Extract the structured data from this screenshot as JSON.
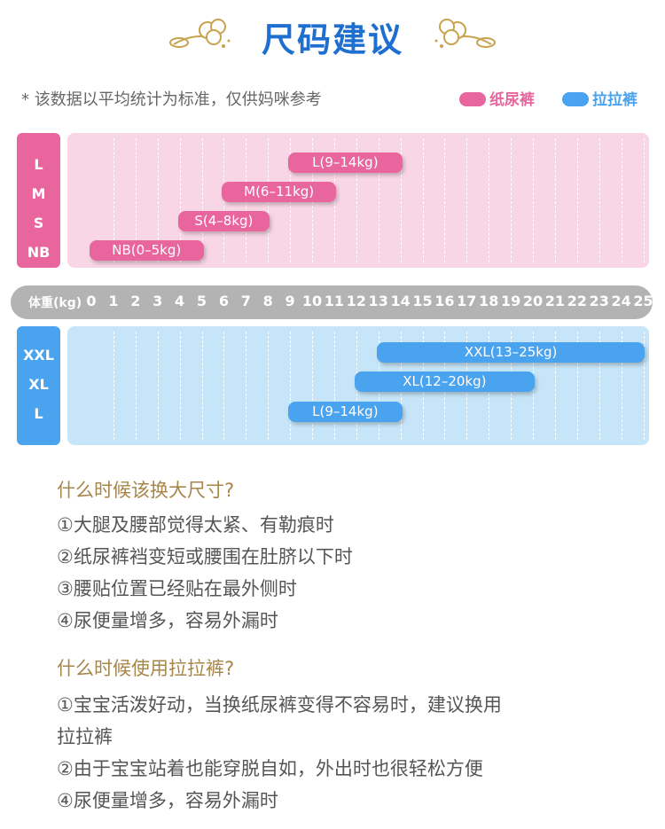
{
  "header": {
    "title": "尺码建议"
  },
  "note": "* 该数据以平均统计为标准，仅供妈咪参考",
  "legend": [
    {
      "label": "纸尿裤",
      "color": "#e9659e"
    },
    {
      "label": "拉拉裤",
      "color": "#4aa3ee"
    }
  ],
  "axis": {
    "label": "体重(kg)",
    "ticks": [
      "0",
      "1",
      "2",
      "3",
      "4",
      "5",
      "6",
      "7",
      "8",
      "9",
      "10",
      "11",
      "12",
      "13",
      "14",
      "15",
      "16",
      "17",
      "18",
      "19",
      "20",
      "21",
      "22",
      "23",
      "24",
      "25"
    ]
  },
  "chart_data": [
    {
      "type": "bar",
      "orientation": "horizontal-range",
      "xlabel": "体重(kg)",
      "xlim": [
        0,
        25
      ],
      "categories": [
        "L",
        "M",
        "S",
        "NB"
      ],
      "series": [
        {
          "name": "纸尿裤",
          "ranges": [
            {
              "size": "L",
              "label": "L(9–14kg)",
              "from": 9,
              "to": 14
            },
            {
              "size": "M",
              "label": "M(6–11kg)",
              "from": 6,
              "to": 11
            },
            {
              "size": "S",
              "label": "S(4–8kg)",
              "from": 4,
              "to": 8
            },
            {
              "size": "NB",
              "label": "NB(0–5kg)",
              "from": 0,
              "to": 5
            }
          ]
        }
      ]
    },
    {
      "type": "bar",
      "orientation": "horizontal-range",
      "xlabel": "体重(kg)",
      "xlim": [
        0,
        25
      ],
      "categories": [
        "XXL",
        "XL",
        "L"
      ],
      "series": [
        {
          "name": "拉拉裤",
          "ranges": [
            {
              "size": "XXL",
              "label": "XXL(13–25kg)",
              "from": 13,
              "to": 25
            },
            {
              "size": "XL",
              "label": "XL(12–20kg)",
              "from": 12,
              "to": 20
            },
            {
              "size": "L",
              "label": "L(9–14kg)",
              "from": 9,
              "to": 14
            }
          ]
        }
      ]
    }
  ],
  "sections": [
    {
      "title": "什么时候该换大尺寸?",
      "items": [
        "①大腿及腰部觉得太紧、有勒痕时",
        "②纸尿裤裆变短或腰围在肚脐以下时",
        "③腰贴位置已经贴在最外侧时",
        "④尿便量增多，容易外漏时"
      ]
    },
    {
      "title": "什么时候使用拉拉裤?",
      "items": [
        "①宝宝活泼好动，当换纸尿裤变得不容易时，建议换用",
        "拉拉裤",
        "②由于宝宝站着也能穿脱自如，外出时也很轻松方便",
        "④尿便量增多，容易外漏时"
      ]
    }
  ]
}
